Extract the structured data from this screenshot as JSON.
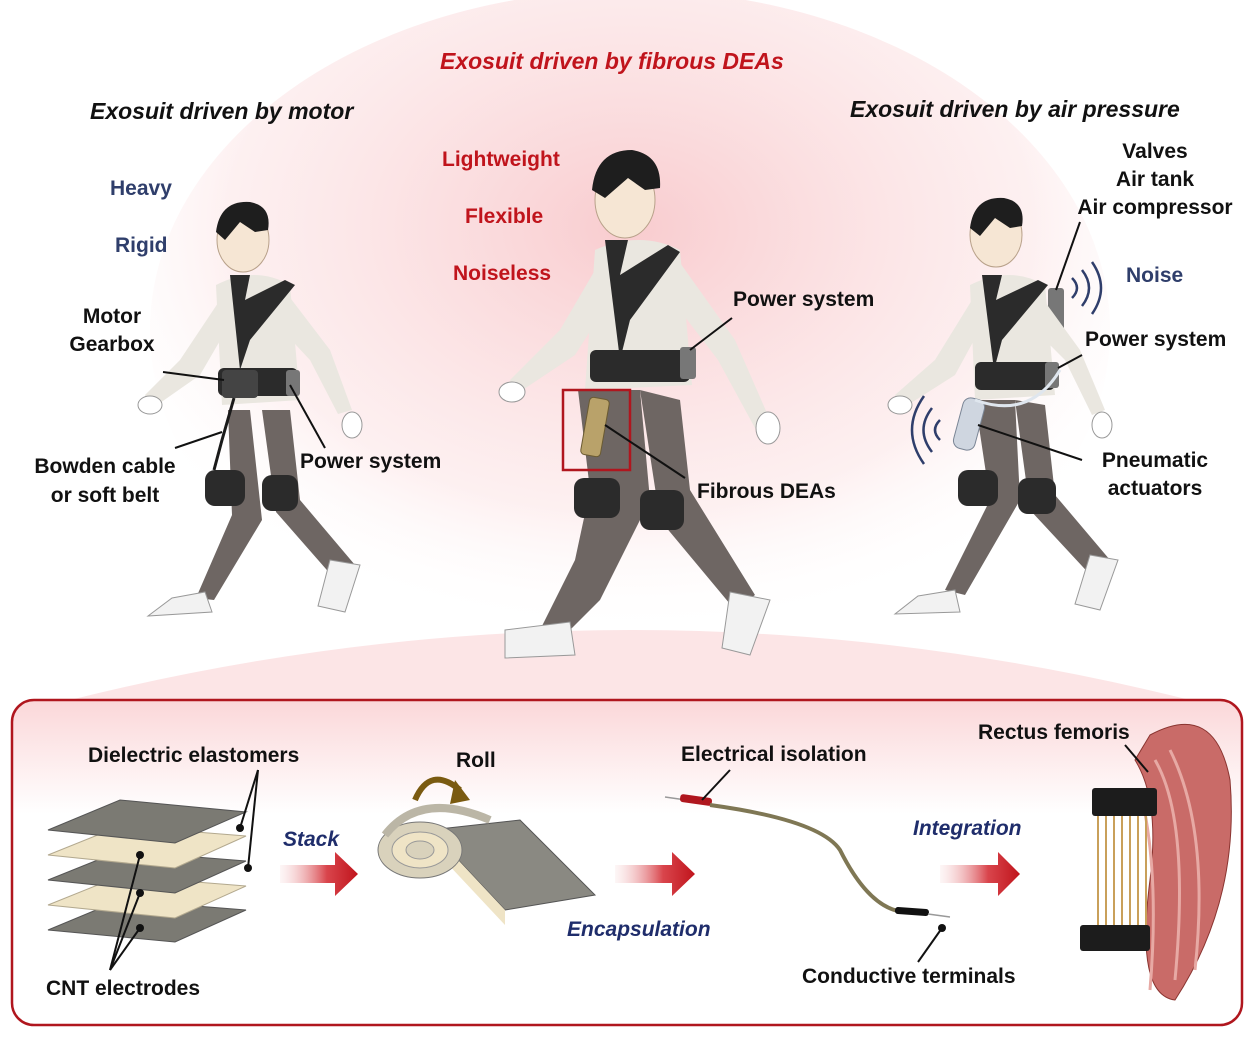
{
  "title": "Exosuit driven by fibrous DEAs",
  "motor": {
    "title": "Exosuit driven by motor",
    "properties": [
      "Heavy",
      "Rigid"
    ],
    "labels": {
      "motor_line1": "Motor",
      "motor_line2": "Gearbox",
      "power": "Power system",
      "cable_line1": "Bowden cable",
      "cable_line2": "or soft belt"
    }
  },
  "dea": {
    "properties": [
      "Lightweight",
      "Flexible",
      "Noiseless"
    ],
    "labels": {
      "power": "Power system",
      "fibrous": "Fibrous DEAs"
    }
  },
  "air": {
    "title": "Exosuit driven by air pressure",
    "properties": [
      "Noise"
    ],
    "labels": {
      "valves": "Valves",
      "tank": "Air tank",
      "compressor": "Air compressor",
      "power": "Power system",
      "pneu_line1": "Pneumatic",
      "pneu_line2": "actuators"
    }
  },
  "process": {
    "dielectric": "Dielectric elastomers",
    "cnt": "CNT electrodes",
    "stack": "Stack",
    "roll": "Roll",
    "encapsulation": "Encapsulation",
    "isolation": "Electrical isolation",
    "terminals": "Conductive terminals",
    "integration": "Integration",
    "rectus": "Rectus femoris"
  },
  "colors": {
    "accent_red": "#c0141c",
    "navy": "#2f3e6b",
    "frame_red": "#b0161e"
  }
}
